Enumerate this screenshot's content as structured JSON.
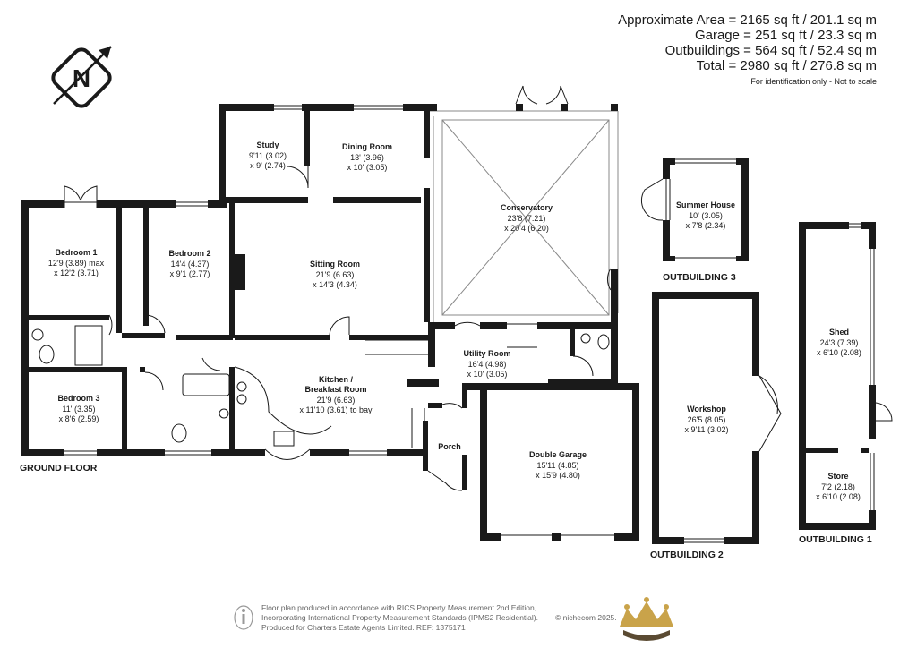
{
  "areas": {
    "approx": "Approximate Area = 2165 sq ft / 201.1 sq m",
    "garage": "Garage = 251 sq ft / 23.3 sq m",
    "outbuildings": "Outbuildings = 564 sq ft / 52.4 sq m",
    "total": "Total = 2980 sq ft / 276.8 sq m",
    "note": "For identification only - Not to scale"
  },
  "compass": {
    "letter": "N"
  },
  "rooms": {
    "study": {
      "name": "Study",
      "dims": [
        "9'11 (3.02)",
        "x 9' (2.74)"
      ]
    },
    "dining": {
      "name": "Dining Room",
      "dims": [
        "13' (3.96)",
        "x 10' (3.05)"
      ]
    },
    "conservatory": {
      "name": "Conservatory",
      "dims": [
        "23'8 (7.21)",
        "x 20'4 (6.20)"
      ]
    },
    "bedroom1": {
      "name": "Bedroom 1",
      "dims": [
        "12'9 (3.89) max",
        "x 12'2 (3.71)"
      ]
    },
    "bedroom2": {
      "name": "Bedroom 2",
      "dims": [
        "14'4 (4.37)",
        "x 9'1 (2.77)"
      ]
    },
    "sitting": {
      "name": "Sitting Room",
      "dims": [
        "21'9 (6.63)",
        "x 14'3 (4.34)"
      ]
    },
    "bedroom3": {
      "name": "Bedroom 3",
      "dims": [
        "11' (3.35)",
        "x 8'6 (2.59)"
      ]
    },
    "kitchen": {
      "name": [
        "Kitchen /",
        "Breakfast Room"
      ],
      "dims": [
        "21'9 (6.63)",
        "x 11'10 (3.61) to bay"
      ]
    },
    "utility": {
      "name": "Utility Room",
      "dims": [
        "16'4 (4.98)",
        "x 10' (3.05)"
      ]
    },
    "porch": {
      "name": "Porch"
    },
    "garage": {
      "name": "Double Garage",
      "dims": [
        "15'11 (4.85)",
        "x 15'9 (4.80)"
      ]
    },
    "summer": {
      "name": "Summer House",
      "dims": [
        "10' (3.05)",
        "x 7'8 (2.34)"
      ]
    },
    "workshop": {
      "name": "Workshop",
      "dims": [
        "26'5 (8.05)",
        "x 9'11 (3.02)"
      ]
    },
    "shed": {
      "name": "Shed",
      "dims": [
        "24'3 (7.39)",
        "x 6'10 (2.08)"
      ]
    },
    "store": {
      "name": "Store",
      "dims": [
        "7'2 (2.18)",
        "x 6'10 (2.08)"
      ]
    }
  },
  "labels": {
    "ground": "GROUND FLOOR",
    "out1": "OUTBUILDING 1",
    "out2": "OUTBUILDING 2",
    "out3": "OUTBUILDING 3"
  },
  "footer": {
    "lines": [
      "Floor plan produced in accordance with RICS Property Measurement 2nd Edition,",
      "Incorporating International Property Measurement Standards (IPMS2 Residential).",
      "Produced for Charters Estate Agents Limited.   REF: 1375171"
    ],
    "copyright": "© nichecom 2025."
  },
  "colors": {
    "wall": "#1a1a1a",
    "crown": "#c9a34a"
  }
}
